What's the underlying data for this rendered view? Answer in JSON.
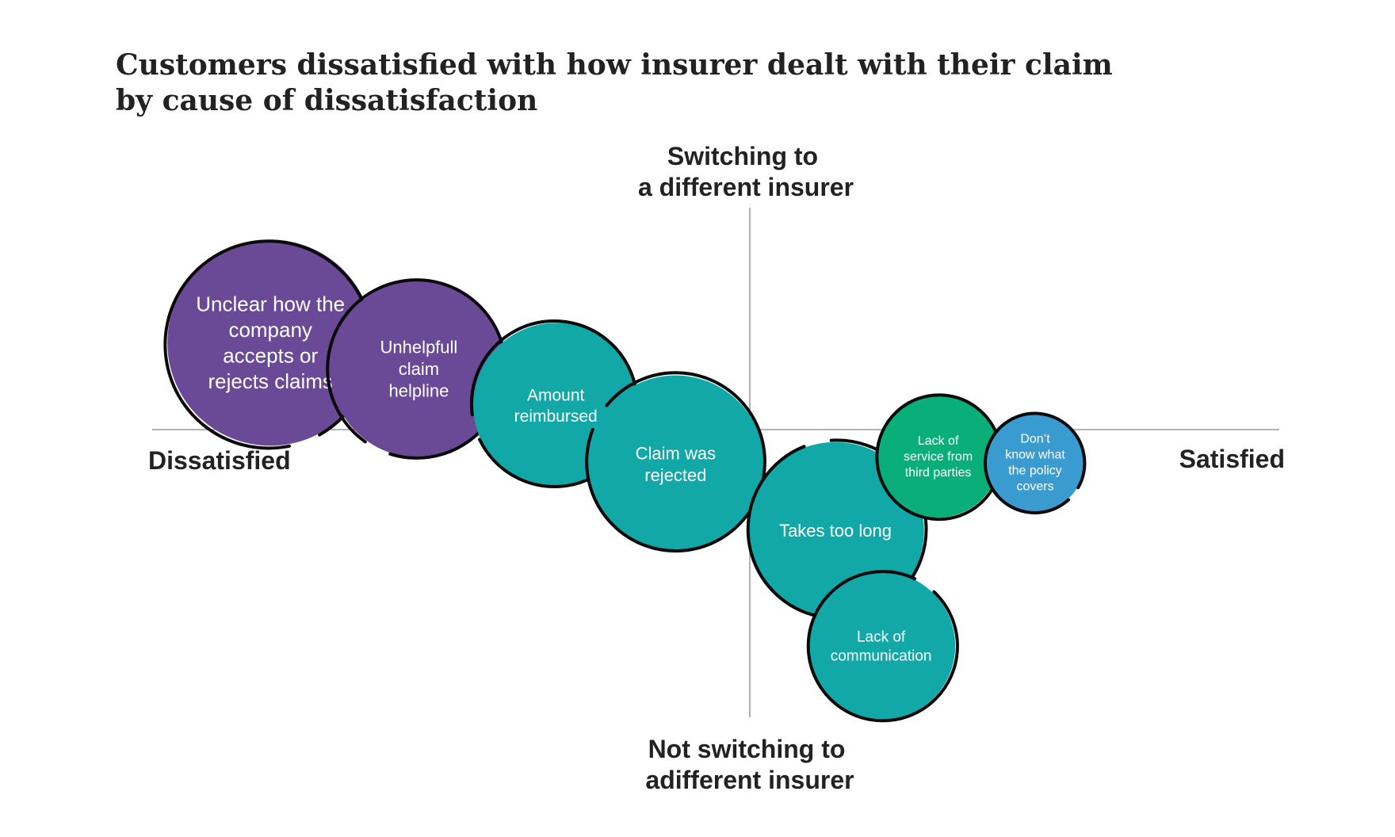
{
  "chart_data": {
    "type": "bubble",
    "title": [
      "Customers dissatisfied with how insurer dealt with their claim",
      "by cause of dissatisfaction"
    ],
    "axes": {
      "top_label": [
        "Switching to",
        "a different insurer"
      ],
      "bottom_label": [
        "Not switching to",
        "adifferent insurer"
      ],
      "left_label": "Dissatisfied",
      "right_label": "Satisfied"
    },
    "grid": false,
    "legend": "none",
    "colors": {
      "purple": "#6a4a96",
      "teal": "#13a8a8",
      "green": "#0aae78",
      "blue": "#3a9bd0",
      "outline": "#0a0a0a"
    },
    "bubbles": [
      {
        "label": [
          "Unclear how the",
          "company",
          "accepts or",
          "rejects claims"
        ],
        "x": -0.84,
        "y": 0.43,
        "size": 1.0,
        "color": "#6a4a96"
      },
      {
        "label": [
          "Unhelpfull",
          "claim",
          "helpline"
        ],
        "x": -0.58,
        "y": 0.3,
        "size": 0.86,
        "color": "#6a4a96"
      },
      {
        "label": [
          "Amount",
          "reimbursed"
        ],
        "x": -0.34,
        "y": 0.12,
        "size": 0.8,
        "color": "#13a8a8"
      },
      {
        "label": [
          "Claim was",
          "rejected"
        ],
        "x": -0.13,
        "y": -0.17,
        "size": 0.86,
        "color": "#13a8a8"
      },
      {
        "label": [
          "Takes too long"
        ],
        "x": 0.15,
        "y": -0.5,
        "size": 0.86,
        "color": "#13a8a8"
      },
      {
        "label": [
          "Lack of",
          "communication"
        ],
        "x": 0.23,
        "y": -1.07,
        "size": 0.72,
        "color": "#13a8a8"
      },
      {
        "label": [
          "Lack of",
          "service from",
          "third parties"
        ],
        "x": 0.33,
        "y": -0.13,
        "size": 0.6,
        "color": "#0aae78"
      },
      {
        "label": [
          "Don’t",
          "know what",
          "the policy",
          "covers"
        ],
        "x": 0.5,
        "y": -0.16,
        "size": 0.48,
        "color": "#3a9bd0"
      }
    ]
  }
}
